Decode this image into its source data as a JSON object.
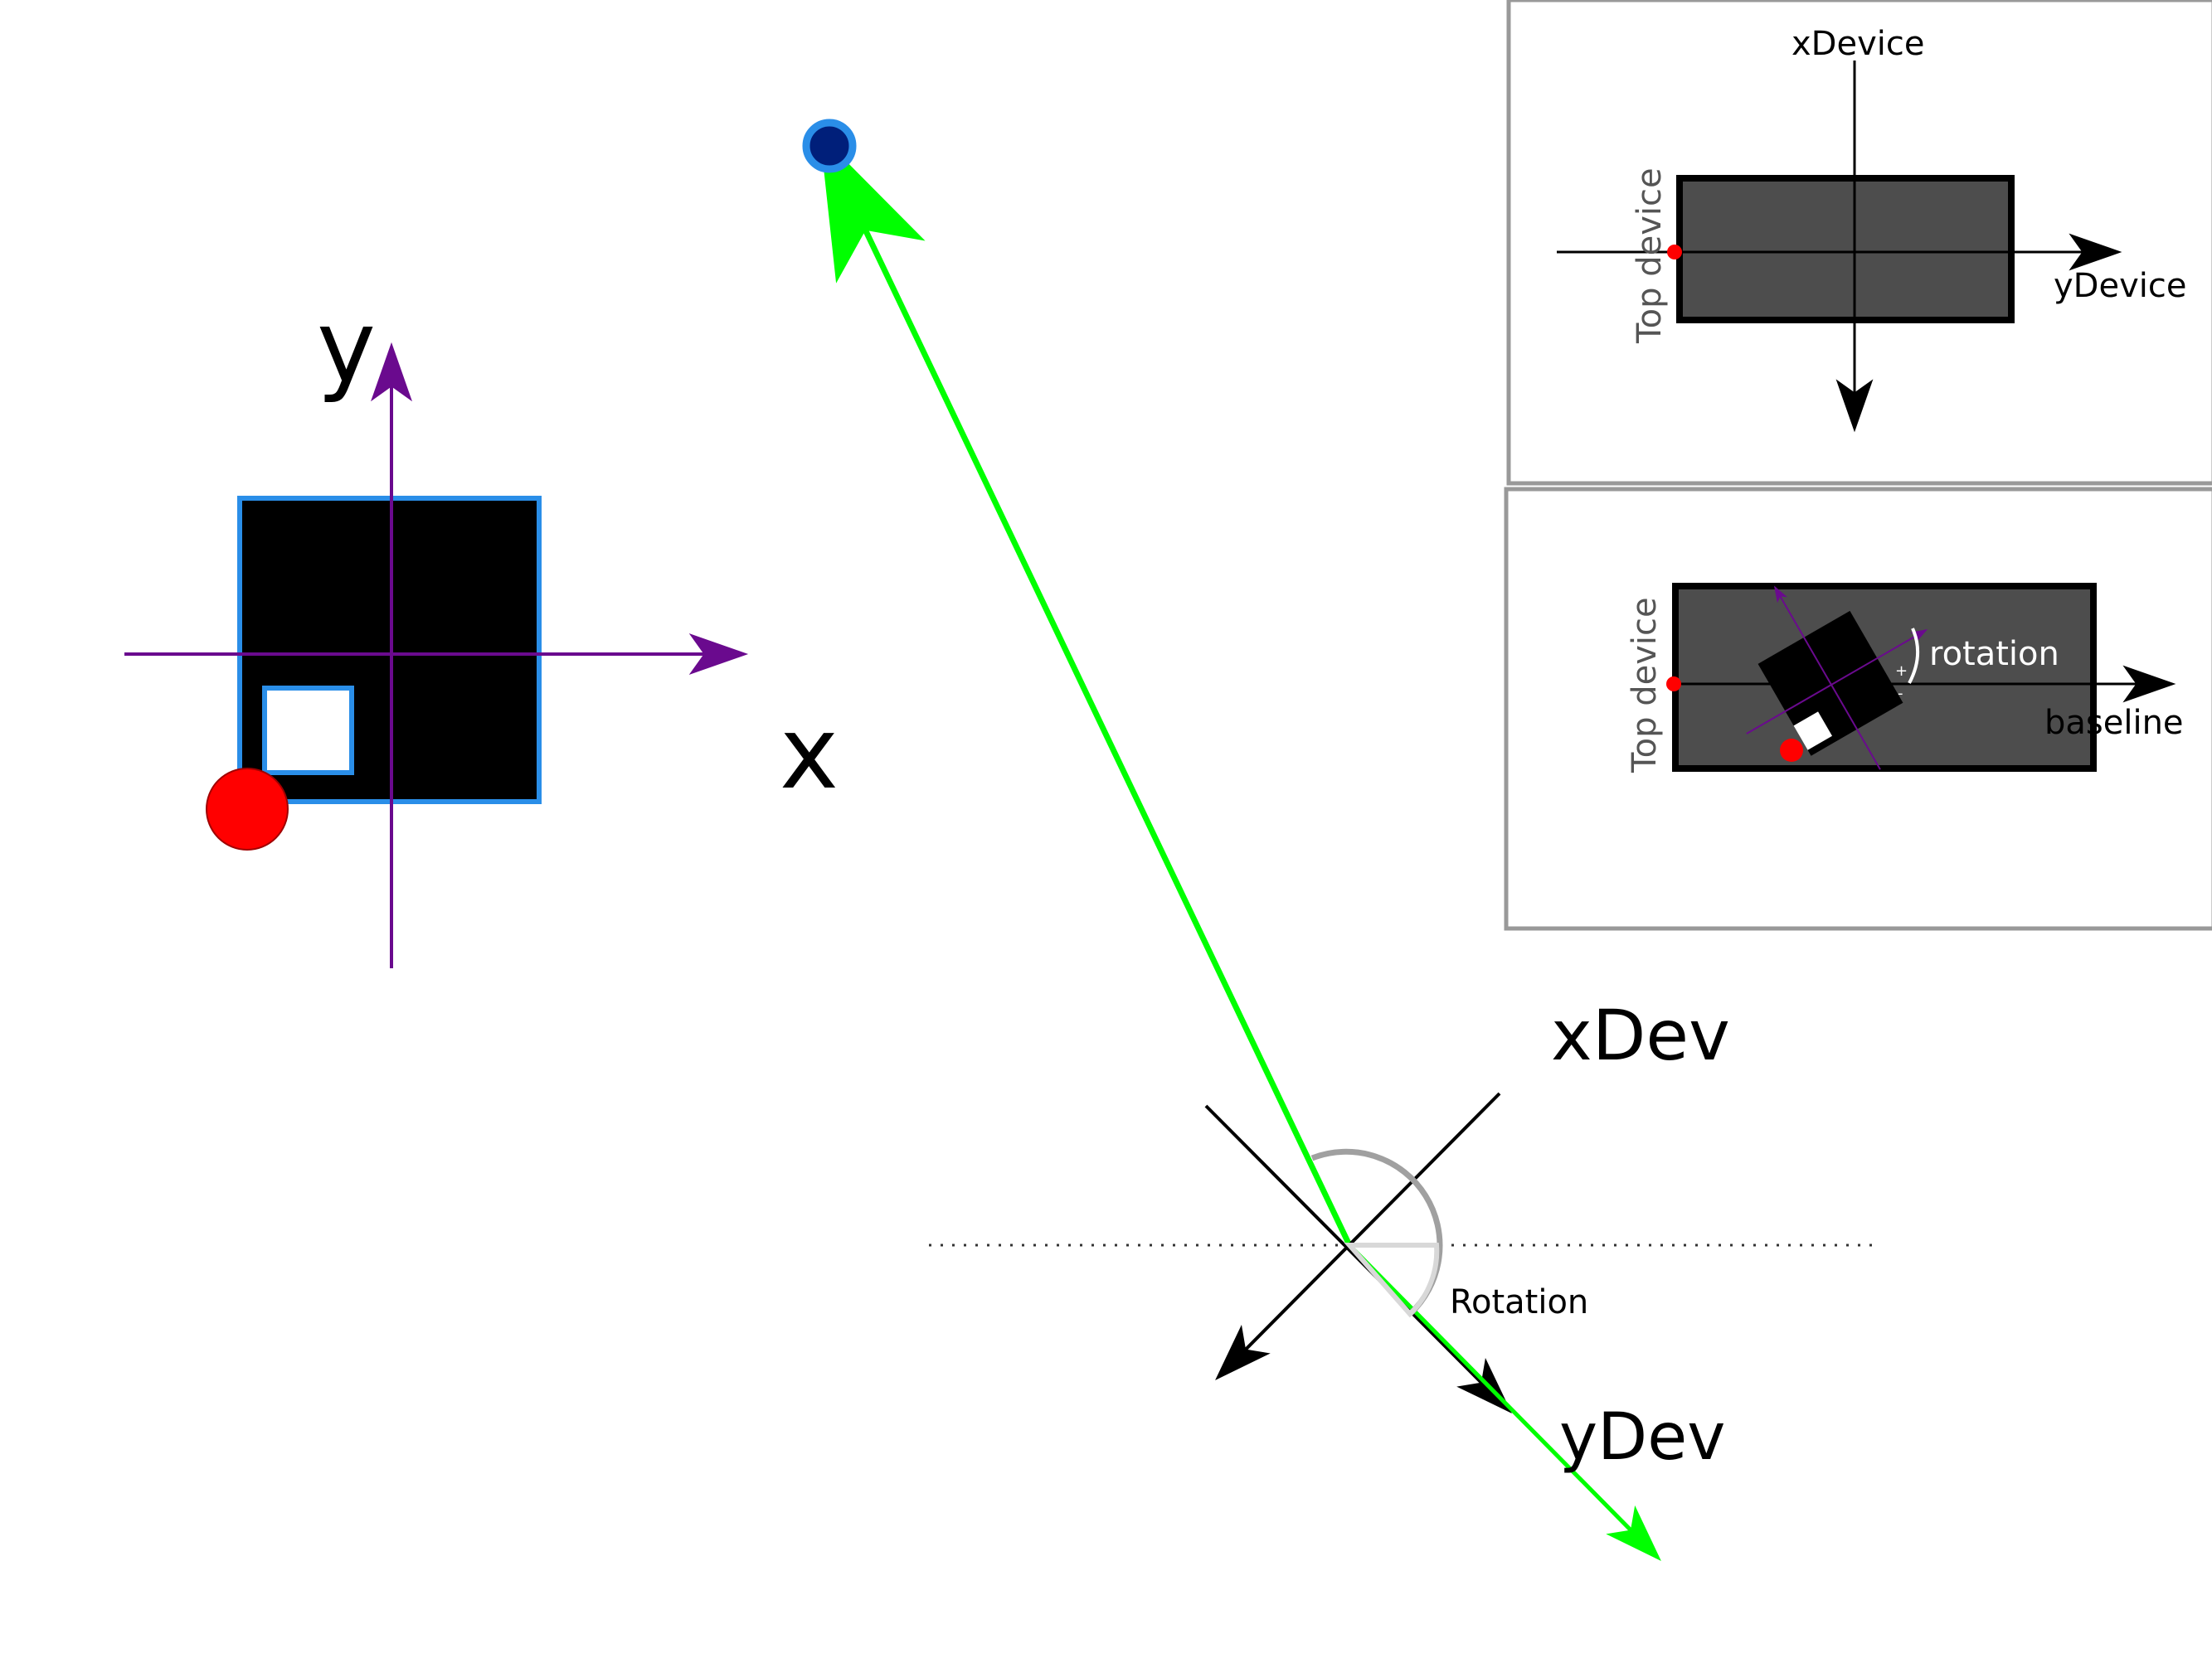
{
  "labels": {
    "y_axis": "y",
    "x_axis": "x",
    "xdev": "xDev",
    "ydev": "yDev",
    "rotation": "Rotation"
  },
  "inset_top": {
    "xdevice": "xDevice",
    "ydevice": "yDevice",
    "top_device": "Top device"
  },
  "inset_bottom": {
    "top_device": "Top device",
    "rotation": "rotation",
    "baseline": "baseline",
    "plus": "+",
    "minus": "-"
  },
  "colors": {
    "purple": "#6a0a8e",
    "green": "#00ff00",
    "blue_outline": "#2a8ee8",
    "dark_blue": "#001f7a",
    "red": "#ff0000",
    "device_gray": "#4d4d4d",
    "frame_gray": "#999999",
    "arc_gray": "#a0a0a0"
  }
}
